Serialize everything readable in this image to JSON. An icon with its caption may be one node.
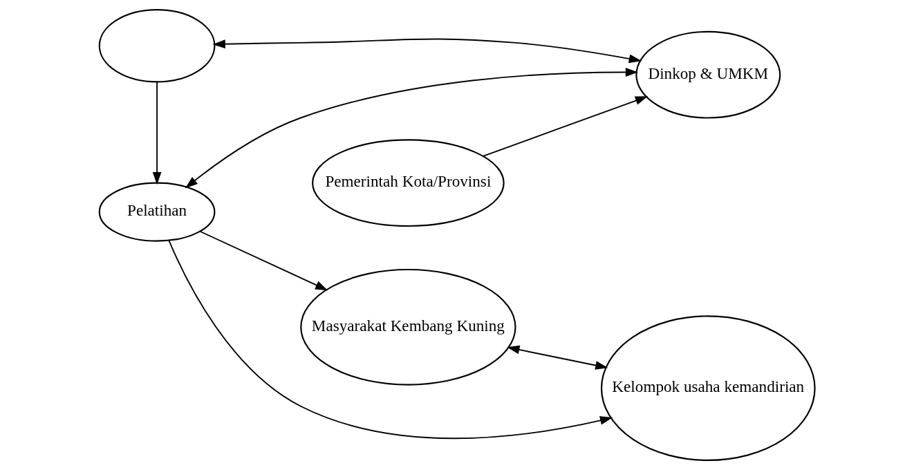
{
  "diagram": {
    "nodes": [
      {
        "text": [
          "Masyarakat Kembang Kuning"
        ]
      },
      {
        "text": [
          "Pelatihan"
        ]
      },
      {
        "text": [
          "Kelompok usaha kemandirian"
        ]
      },
      {
        "text": [],
        "shape": "ellipse"
      },
      {
        "text": [
          "Pemerintah Kota/Provinsi"
        ]
      },
      {
        "text": [
          "Dinkop & UMKM"
        ]
      }
    ],
    "edges": [
      {
        "from": 1,
        "to": 0,
        "arrow": "to"
      },
      {
        "from": 1,
        "to": 2,
        "arrow": "to"
      },
      {
        "from": 3,
        "to": 1,
        "arrow": "to"
      },
      {
        "from": 1,
        "to": 5,
        "arrow": "both"
      },
      {
        "from": 3,
        "to": 5,
        "arrow": "both"
      },
      {
        "from": 2,
        "to": 0,
        "arrow": "both"
      },
      {
        "from": 4,
        "to": 5,
        "arrow": "to"
      }
    ]
  }
}
